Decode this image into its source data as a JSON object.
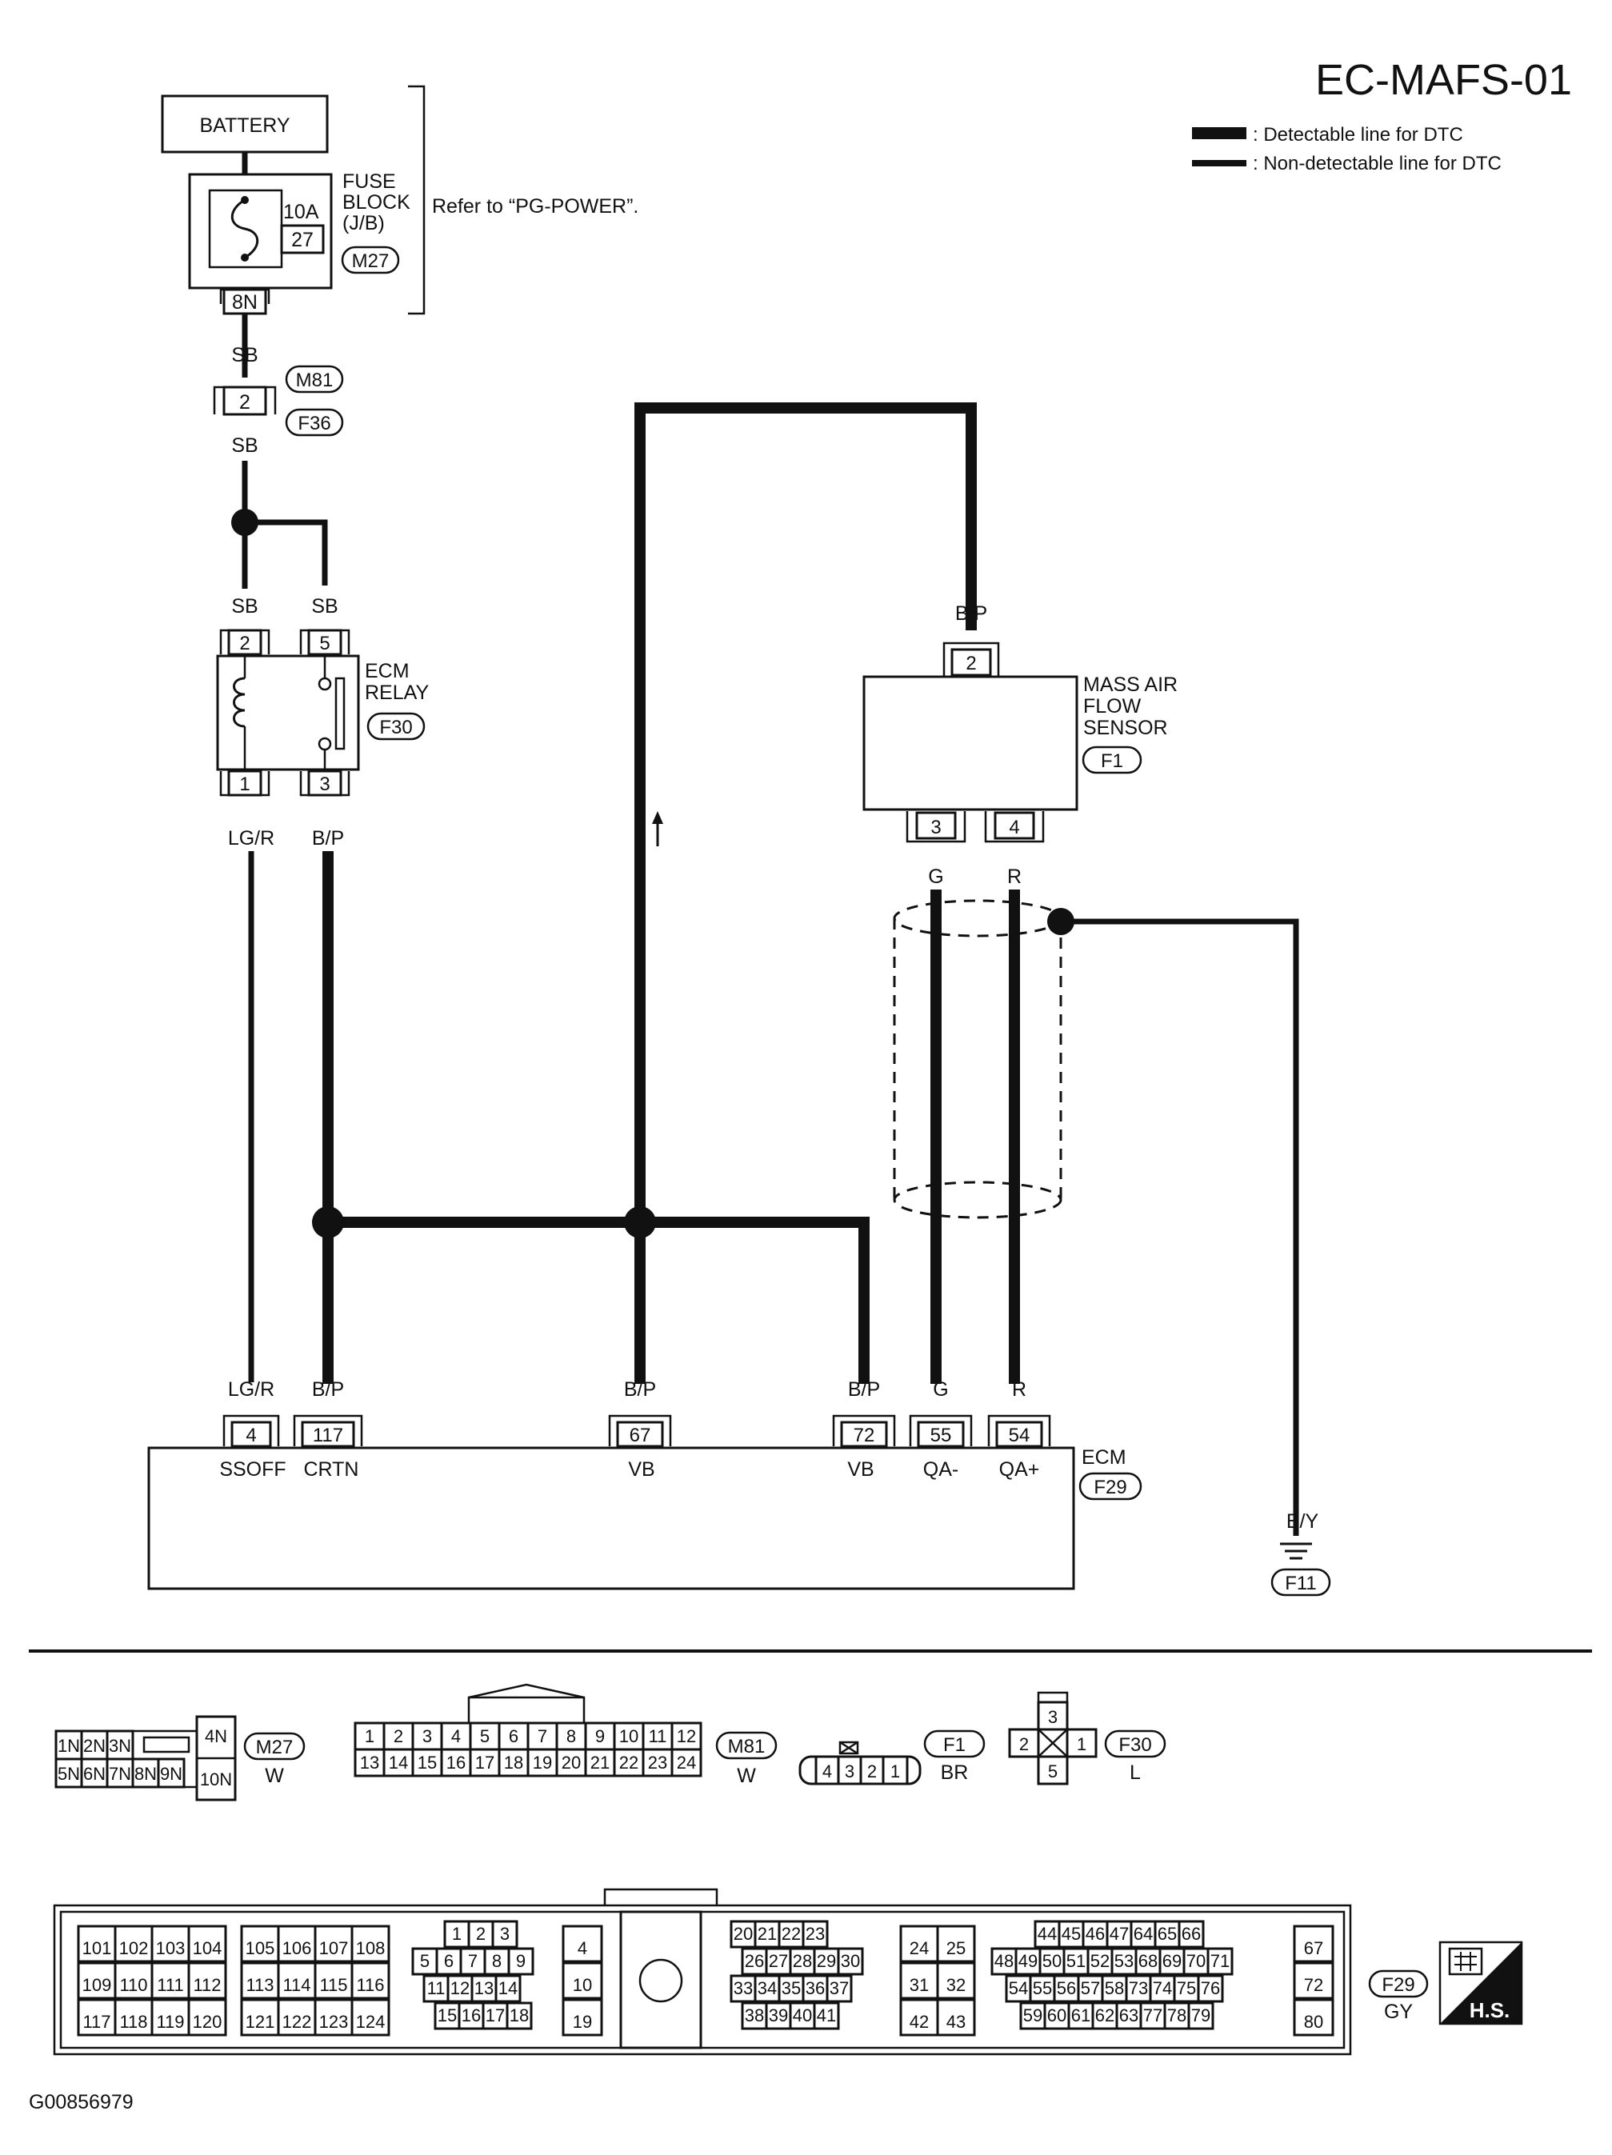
{
  "title": "EC-MAFS-01",
  "legend": {
    "detectable": ": Detectable line for DTC",
    "nondetectable": ": Non-detectable line for DTC"
  },
  "battery": "BATTERY",
  "fuse_block": {
    "label_lines": [
      "FUSE",
      "BLOCK",
      "(J/B)"
    ],
    "amp": "10A",
    "fuse_no": "27",
    "connector": "M27",
    "terminal": "8N"
  },
  "refer": "Refer to “PG-POWER”.",
  "joint_connector": {
    "pin": "2",
    "upper": "M81",
    "lower": "F36"
  },
  "ecm_relay": {
    "label_lines": [
      "ECM",
      "RELAY"
    ],
    "connector": "F30",
    "pins": [
      "2",
      "5",
      "1",
      "3"
    ]
  },
  "maf_sensor": {
    "label_lines": [
      "MASS AIR",
      "FLOW",
      "SENSOR"
    ],
    "connector": "F1",
    "pins": [
      "2",
      "3",
      "4"
    ]
  },
  "wire_colors": {
    "sb": "SB",
    "lgr": "LG/R",
    "bp": "B/P",
    "g": "G",
    "r": "R",
    "by": "B/Y"
  },
  "ecm": {
    "label": "ECM",
    "connector": "F29",
    "pins": [
      {
        "no": "4",
        "name": "SSOFF"
      },
      {
        "no": "117",
        "name": "CRTN"
      },
      {
        "no": "67",
        "name": "VB"
      },
      {
        "no": "72",
        "name": "VB"
      },
      {
        "no": "55",
        "name": "QA-"
      },
      {
        "no": "54",
        "name": "QA+"
      }
    ]
  },
  "ground": "F11",
  "connector_views": {
    "m27": {
      "id": "M27",
      "color": "W",
      "row1": [
        "1N",
        "2N",
        "3N"
      ],
      "row2": [
        "5N",
        "6N",
        "7N",
        "8N",
        "9N"
      ],
      "right": [
        "4N",
        "10N"
      ]
    },
    "m81": {
      "id": "M81",
      "color": "W",
      "row1": [
        "1",
        "2",
        "3",
        "4",
        "5",
        "6",
        "7",
        "8",
        "9",
        "10",
        "11",
        "12"
      ],
      "row2": [
        "13",
        "14",
        "15",
        "16",
        "17",
        "18",
        "19",
        "20",
        "21",
        "22",
        "23",
        "24"
      ]
    },
    "f1": {
      "id": "F1",
      "color": "BR",
      "pins": [
        "4",
        "3",
        "2",
        "1"
      ]
    },
    "f30": {
      "id": "F30",
      "color": "L",
      "pins": [
        "3",
        "2",
        "1",
        "5"
      ]
    },
    "f29": {
      "id": "F29",
      "color": "GY",
      "g1": [
        [
          "101",
          "102",
          "103",
          "104"
        ],
        [
          "109",
          "110",
          "111",
          "112"
        ],
        [
          "117",
          "118",
          "119",
          "120"
        ]
      ],
      "g2": [
        [
          "105",
          "106",
          "107",
          "108"
        ],
        [
          "113",
          "114",
          "115",
          "116"
        ],
        [
          "121",
          "122",
          "123",
          "124"
        ]
      ],
      "g3": [
        [
          "1",
          "2",
          "3"
        ],
        [
          "5",
          "6",
          "7",
          "8",
          "9"
        ],
        [
          "11",
          "12",
          "13",
          "14"
        ],
        [
          "15",
          "16",
          "17",
          "18"
        ]
      ],
      "g4": [
        "4",
        "10",
        "19"
      ],
      "g5": [
        [
          "20",
          "21",
          "22",
          "23"
        ],
        [
          "26",
          "27",
          "28",
          "29",
          "30"
        ],
        [
          "33",
          "34",
          "35",
          "36",
          "37"
        ],
        [
          "38",
          "39",
          "40",
          "41"
        ]
      ],
      "g6": [
        [
          "24",
          "25"
        ],
        [
          "31",
          "32"
        ],
        [
          "42",
          "43"
        ]
      ],
      "g7": [
        [
          "44",
          "45",
          "46",
          "47",
          "64",
          "65",
          "66"
        ],
        [
          "48",
          "49",
          "50",
          "51",
          "52",
          "53",
          "68",
          "69",
          "70",
          "71"
        ],
        [
          "54",
          "55",
          "56",
          "57",
          "58",
          "73",
          "74",
          "75",
          "76"
        ],
        [
          "59",
          "60",
          "61",
          "62",
          "63",
          "77",
          "78",
          "79"
        ]
      ],
      "g8": [
        "67",
        "72",
        "80"
      ]
    }
  },
  "hs_label": "H.S.",
  "figure_id": "G00856979"
}
